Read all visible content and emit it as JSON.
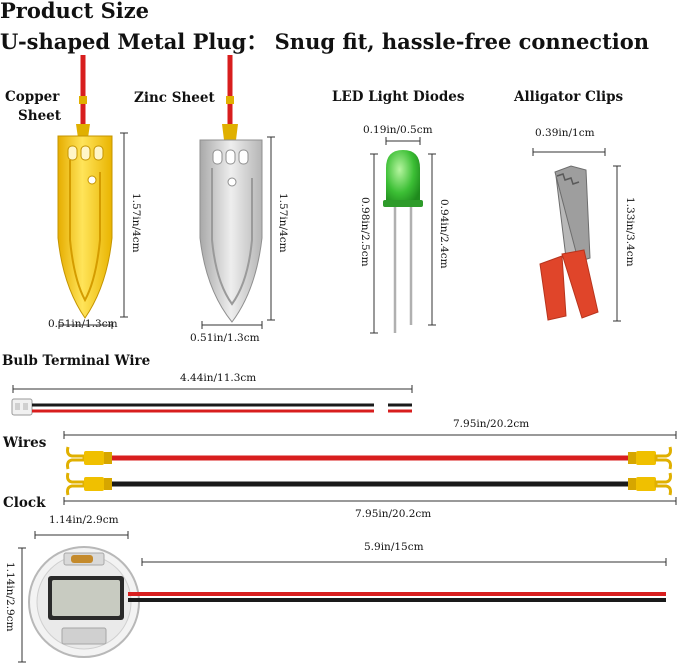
{
  "header": {
    "title": "Product Size",
    "subtitle": "U-shaped Metal Plug：  Snug fit, hassle-free connection"
  },
  "items": {
    "copper": {
      "label_line1": "Copper",
      "label_line2": "Sheet",
      "height": "1.57in/4cm",
      "width": "0.51in/1.3cm"
    },
    "zinc": {
      "label": "Zinc Sheet",
      "height": "1.57in/4cm",
      "width": "0.51in/1.3cm"
    },
    "led": {
      "label": "LED Light Diodes",
      "width": "0.19in/0.5cm",
      "left_length": "0.98in/2.5cm",
      "right_length": "0.94in/2.4cm"
    },
    "clips": {
      "label": "Alligator Clips",
      "width": "0.39in/1cm",
      "height": "1.33in/3.4cm"
    },
    "bulb_wire": {
      "label": "Bulb Terminal Wire",
      "length": "4.44in/11.3cm"
    },
    "wires": {
      "label": "Wires",
      "length_top": "7.95in/20.2cm",
      "length_bottom": "7.95in/20.2cm"
    },
    "clock": {
      "label": "Clock",
      "width": "1.14in/2.9cm",
      "height": "1.14in/2.9cm",
      "wire_length": "5.9in/15cm"
    }
  },
  "colors": {
    "copper": "#f2c400",
    "zinc": "#c9c9c9",
    "led": "#3cc03c",
    "clip_handle": "#e0452a",
    "wire_red": "#d81e1e",
    "wire_black": "#1a1a1a"
  }
}
